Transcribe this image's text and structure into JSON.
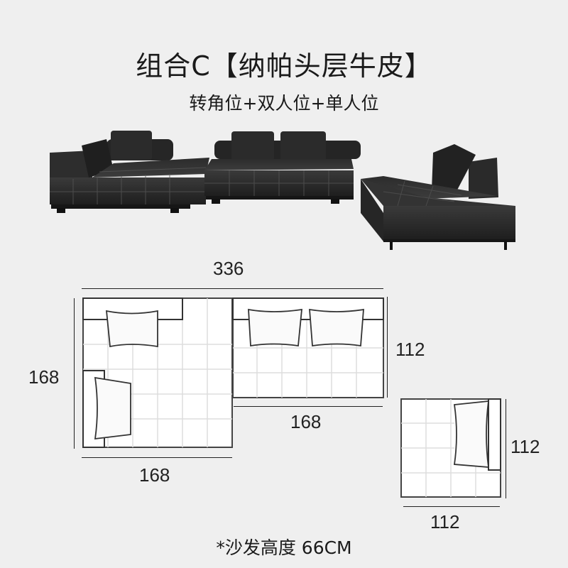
{
  "header": {
    "title": "组合C【纳帕头层牛皮】",
    "subtitle": "转角位+双人位+单人位"
  },
  "product": {
    "modules": [
      "转角位",
      "双人位",
      "单人位"
    ],
    "material": "纳帕头层牛皮",
    "color": "#2a2a2a"
  },
  "dimensions": {
    "total_width": "336",
    "corner_depth": "168",
    "corner_width": "168",
    "double_depth": "112",
    "double_width": "168",
    "single_depth": "112",
    "single_width": "112"
  },
  "footer": {
    "note": "*沙发高度 66CM"
  }
}
